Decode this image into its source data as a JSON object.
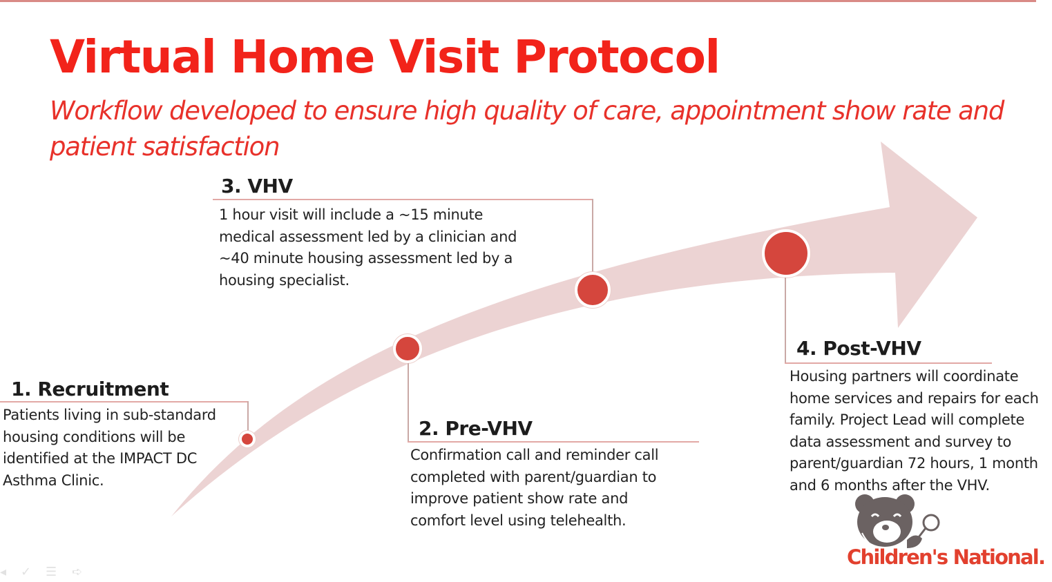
{
  "slide": {
    "title": "Virtual Home Visit Protocol",
    "subtitle": "Workflow developed to ensure high quality of care, appointment show rate and patient satisfaction"
  },
  "steps": [
    {
      "number": "1.",
      "heading": "1. Recruitment",
      "body": "Patients living in sub-standard housing conditions will be identified at the IMPACT DC Asthma Clinic."
    },
    {
      "number": "2.",
      "heading": "2. Pre-VHV",
      "body": "Confirmation call and reminder call completed with parent/guardian to improve patient show rate and comfort level using telehealth."
    },
    {
      "number": "3.",
      "heading": "3. VHV",
      "body": "1 hour visit will include a ~15 minute medical assessment led by a clinician and ~40 minute housing assessment led by a housing specialist."
    },
    {
      "number": "4.",
      "heading": "4. Post-VHV",
      "body": "Housing partners will coordinate home services and repairs for each family. Project Lead will complete data assessment and survey to parent/guardian 72 hours, 1 month and 6 months after the VHV."
    }
  ],
  "logo": {
    "icon": "teddy-bear-stethoscope-icon",
    "text": "Children's National."
  },
  "colors": {
    "title": "#f2231a",
    "arrow": "#ecd3d3",
    "dot": "#d5463d",
    "connector": "#e2a8a5",
    "bear": "#6b6262"
  },
  "presenter_controls": [
    "back-icon",
    "pen-icon",
    "menu-icon",
    "forward-icon"
  ]
}
